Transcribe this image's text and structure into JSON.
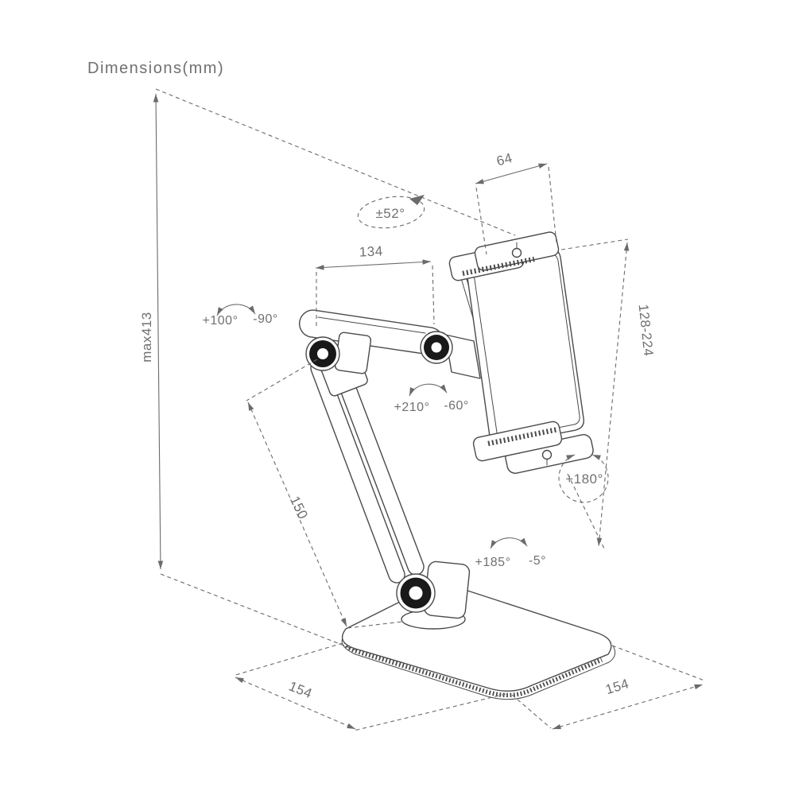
{
  "title": "Dimensions(mm)",
  "dimensions": {
    "clamp_width": "64",
    "upper_arm_length": "134",
    "holder_height_range": "128-224",
    "max_height": "max413",
    "lower_arm_length": "150",
    "base_side_left": "154",
    "base_side_right": "154"
  },
  "angles": {
    "holder_swivel": "±52°",
    "wrist_rotation_pos": "+100°",
    "wrist_rotation_neg": "-90°",
    "elbow_rotation_pos": "+210°",
    "elbow_rotation_neg": "-60°",
    "holder_rotate": "+180°",
    "base_rotation_pos": "+185°",
    "base_rotation_neg": "-5°"
  },
  "colors": {
    "line": "#4a4a4a",
    "dim": "#6b6b6b",
    "label": "#707070",
    "joint": "#191919",
    "background": "#ffffff"
  }
}
